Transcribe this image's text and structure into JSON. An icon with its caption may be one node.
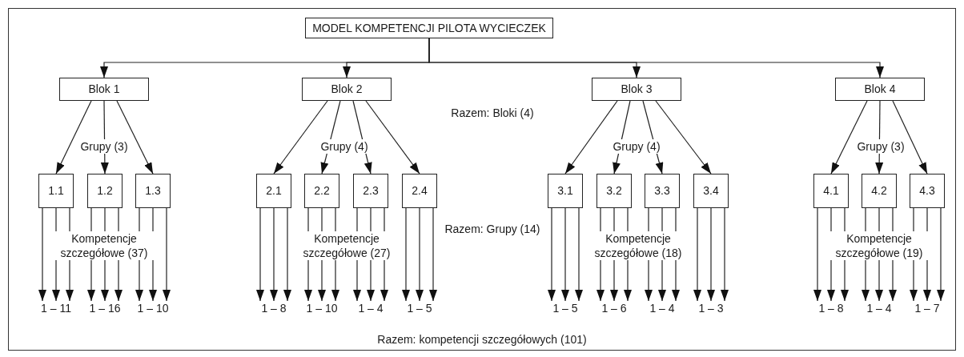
{
  "diagram": {
    "nodes": [
      {
        "text": [
          "Razem: kompetencji szczegółowych (101)"
        ]
      },
      {
        "text": [
          "MODEL KOMPETENCJI PILOTA WYCIECZEK"
        ],
        "in": 0
      },
      {
        "text": [
          "Blok 1"
        ],
        "in": 0
      },
      {
        "text": [
          "Blok 2"
        ],
        "in": 0
      },
      {
        "text": [
          "Blok 3"
        ],
        "in": 0
      },
      {
        "text": [
          "Blok 4"
        ],
        "in": 0
      },
      {
        "text": [
          "1.1"
        ],
        "in": 0
      },
      {
        "text": [
          "1.2"
        ],
        "in": 0
      },
      {
        "text": [
          "1.3"
        ],
        "in": 0
      },
      {
        "text": [
          "2.1"
        ],
        "in": 0
      },
      {
        "text": [
          "2.2"
        ],
        "in": 0
      },
      {
        "text": [
          "2.3"
        ],
        "in": 0
      },
      {
        "text": [
          "2.4"
        ],
        "in": 0
      },
      {
        "text": [
          "3.1"
        ],
        "in": 0
      },
      {
        "text": [
          "3.2"
        ],
        "in": 0
      },
      {
        "text": [
          "3.3"
        ],
        "in": 0
      },
      {
        "text": [
          "3.4"
        ],
        "in": 0
      },
      {
        "text": [
          "4.1"
        ],
        "in": 0
      },
      {
        "text": [
          "4.2"
        ],
        "in": 0
      },
      {
        "text": [
          "4.3"
        ],
        "in": 0
      },
      {
        "text": [
          "1 – 11"
        ],
        "in": 0
      },
      {
        "text": [
          "1 – 16"
        ],
        "in": 0
      },
      {
        "text": [
          "1 – 10"
        ],
        "in": 0
      },
      {
        "text": [
          "1 – 8"
        ],
        "in": 0
      },
      {
        "text": [
          "1 – 10"
        ],
        "in": 0
      },
      {
        "text": [
          "1 – 4"
        ],
        "in": 0
      },
      {
        "text": [
          "1 – 5"
        ],
        "in": 0
      },
      {
        "text": [
          "1 – 5"
        ],
        "in": 0
      },
      {
        "text": [
          "1 – 6"
        ],
        "in": 0
      },
      {
        "text": [
          "1 – 4"
        ],
        "in": 0
      },
      {
        "text": [
          "1 – 3"
        ],
        "in": 0
      },
      {
        "text": [
          "1 – 8"
        ],
        "in": 0
      },
      {
        "text": [
          "1 – 4"
        ],
        "in": 0
      },
      {
        "text": [
          "1 – 7"
        ],
        "in": 0
      }
    ],
    "edges": [
      {
        "from": 1,
        "to": 2,
        "arrow": "to"
      },
      {
        "from": 1,
        "to": 3,
        "arrow": "to"
      },
      {
        "from": 1,
        "to": 4,
        "arrow": "to"
      },
      {
        "from": 1,
        "to": 5,
        "arrow": "to"
      },
      {
        "from": 2,
        "to": 6,
        "arrow": "to"
      },
      {
        "from": 2,
        "to": 7,
        "arrow": "to"
      },
      {
        "from": 2,
        "to": 8,
        "arrow": "to"
      },
      {
        "from": 3,
        "to": 9,
        "arrow": "to"
      },
      {
        "from": 3,
        "to": 10,
        "arrow": "to"
      },
      {
        "from": 3,
        "to": 11,
        "arrow": "to"
      },
      {
        "from": 3,
        "to": 12,
        "arrow": "to"
      },
      {
        "from": 4,
        "to": 13,
        "arrow": "to"
      },
      {
        "from": 4,
        "to": 14,
        "arrow": "to"
      },
      {
        "from": 4,
        "to": 15,
        "arrow": "to"
      },
      {
        "from": 4,
        "to": 16,
        "arrow": "to"
      },
      {
        "from": 5,
        "to": 17,
        "arrow": "to"
      },
      {
        "from": 5,
        "to": 18,
        "arrow": "to"
      },
      {
        "from": 5,
        "to": 19,
        "arrow": "to"
      },
      {
        "from": 6,
        "to": 20,
        "arrow": "to"
      },
      {
        "from": 6,
        "to": 20,
        "arrow": "to"
      },
      {
        "from": 6,
        "to": 20,
        "arrow": "to"
      },
      {
        "from": 7,
        "to": 21,
        "arrow": "to"
      },
      {
        "from": 7,
        "to": 21,
        "arrow": "to"
      },
      {
        "from": 7,
        "to": 21,
        "arrow": "to"
      },
      {
        "from": 8,
        "to": 22,
        "arrow": "to"
      },
      {
        "from": 8,
        "to": 22,
        "arrow": "to"
      },
      {
        "from": 8,
        "to": 22,
        "arrow": "to"
      },
      {
        "from": 9,
        "to": 23,
        "arrow": "to"
      },
      {
        "from": 9,
        "to": 23,
        "arrow": "to"
      },
      {
        "from": 9,
        "to": 23,
        "arrow": "to"
      },
      {
        "from": 10,
        "to": 24,
        "arrow": "to"
      },
      {
        "from": 10,
        "to": 24,
        "arrow": "to"
      },
      {
        "from": 10,
        "to": 24,
        "arrow": "to"
      },
      {
        "from": 11,
        "to": 25,
        "arrow": "to"
      },
      {
        "from": 11,
        "to": 25,
        "arrow": "to"
      },
      {
        "from": 11,
        "to": 25,
        "arrow": "to"
      },
      {
        "from": 12,
        "to": 26,
        "arrow": "to"
      },
      {
        "from": 12,
        "to": 26,
        "arrow": "to"
      },
      {
        "from": 12,
        "to": 26,
        "arrow": "to"
      },
      {
        "from": 13,
        "to": 27,
        "arrow": "to"
      },
      {
        "from": 13,
        "to": 27,
        "arrow": "to"
      },
      {
        "from": 13,
        "to": 27,
        "arrow": "to"
      },
      {
        "from": 14,
        "to": 28,
        "arrow": "to"
      },
      {
        "from": 14,
        "to": 28,
        "arrow": "to"
      },
      {
        "from": 14,
        "to": 28,
        "arrow": "to"
      },
      {
        "from": 15,
        "to": 29,
        "arrow": "to"
      },
      {
        "from": 15,
        "to": 29,
        "arrow": "to"
      },
      {
        "from": 15,
        "to": 29,
        "arrow": "to"
      },
      {
        "from": 16,
        "to": 30,
        "arrow": "to"
      },
      {
        "from": 16,
        "to": 30,
        "arrow": "to"
      },
      {
        "from": 16,
        "to": 30,
        "arrow": "to"
      },
      {
        "from": 17,
        "to": 31,
        "arrow": "to"
      },
      {
        "from": 17,
        "to": 31,
        "arrow": "to"
      },
      {
        "from": 17,
        "to": 31,
        "arrow": "to"
      },
      {
        "from": 18,
        "to": 32,
        "arrow": "to"
      },
      {
        "from": 18,
        "to": 32,
        "arrow": "to"
      },
      {
        "from": 18,
        "to": 32,
        "arrow": "to"
      },
      {
        "from": 19,
        "to": 33,
        "arrow": "to"
      },
      {
        "from": 19,
        "to": 33,
        "arrow": "to"
      },
      {
        "from": 19,
        "to": 33,
        "arrow": "to"
      }
    ],
    "labels": [
      "Grupy (3)",
      "Grupy (4)",
      "Razem: Bloki (4)",
      "Grupy (4)",
      "Grupy (3)",
      "Kompetencje szczegółowe (37)",
      "Kompetencje szczegółowe (27)",
      "Razem: Grupy (14)",
      "Kompetencje szczegółowe (18)",
      "Kompetencje szczegółowe (19)"
    ]
  }
}
